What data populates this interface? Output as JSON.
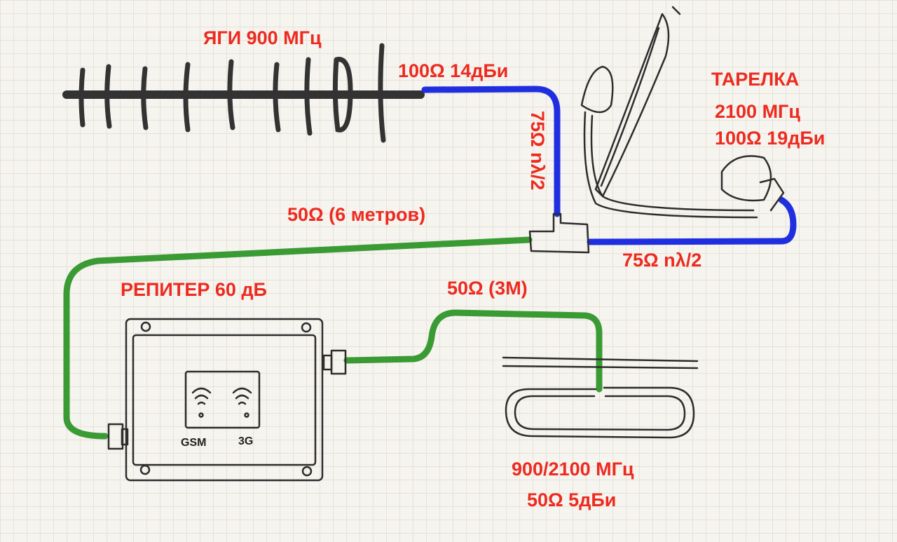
{
  "labels": {
    "yagi": "ЯГИ 900 МГц",
    "yagi_specs": "100Ω 14дБи",
    "vertical_cable": "75Ω nλ/2",
    "dish_title": "ТАРЕЛКА",
    "dish_freq": "2100 МГц",
    "dish_specs": "100Ω 19дБи",
    "long_cable": "50Ω (6 метров)",
    "dish_cable": "75Ω nλ/2",
    "repeater": "РЕПИТЕР 60 дБ",
    "short_cable": "50Ω (3М)",
    "indoor_freq": "900/2100 МГц",
    "indoor_specs": "50Ω 5дБи"
  },
  "repeater_panel": {
    "gsm": "GSM",
    "g3": "3G"
  },
  "colors": {
    "text": "#ee2a1f",
    "blue_cable": "#1f2fe0",
    "green_cable": "#3a9b35",
    "ink": "#2d2d2d"
  }
}
